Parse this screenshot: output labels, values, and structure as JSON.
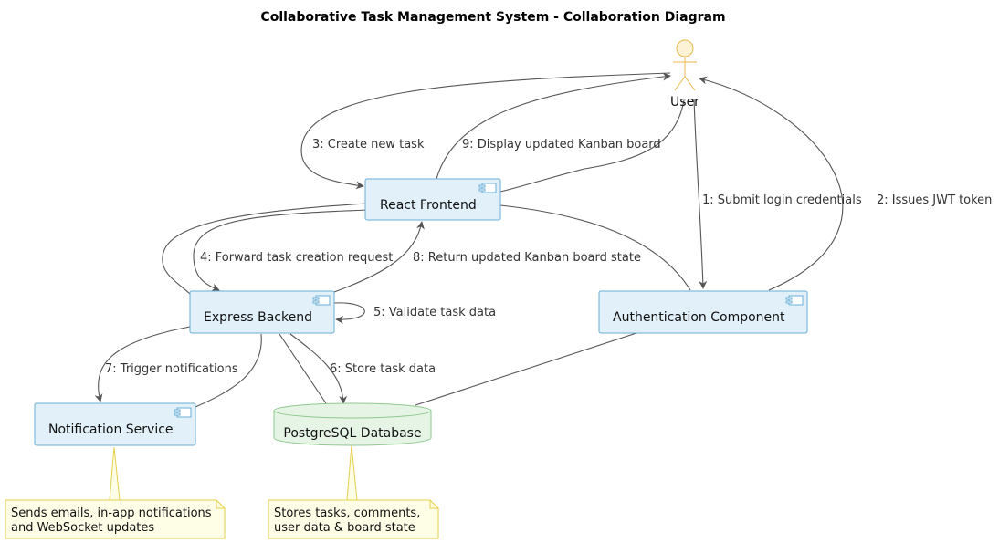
{
  "diagram": {
    "title": "Collaborative Task Management System - Collaboration Diagram",
    "colors": {
      "component_fill": "#e2f0fa",
      "component_stroke": "#6aaed6",
      "database_fill": "#e6f4e6",
      "database_stroke": "#8fc98f",
      "actor_fill": "#fdf1d6",
      "actor_stroke": "#e8b84a",
      "note_fill": "#fefde6",
      "note_stroke": "#e6cf4a",
      "edge": "#555555"
    },
    "nodes": {
      "user": {
        "label": "User",
        "type": "actor",
        "icon": "stick-figure-icon"
      },
      "frontend": {
        "label": "React Frontend",
        "type": "component",
        "icon": "component-icon"
      },
      "backend": {
        "label": "Express Backend",
        "type": "component",
        "icon": "component-icon"
      },
      "auth": {
        "label": "Authentication Component",
        "type": "component",
        "icon": "component-icon"
      },
      "notify": {
        "label": "Notification Service",
        "type": "component",
        "icon": "component-icon"
      },
      "db": {
        "label": "PostgreSQL Database",
        "type": "database",
        "icon": "cylinder-icon"
      }
    },
    "messages": [
      {
        "label": "1: Submit login credentials",
        "from": "User",
        "to": "Authentication Component"
      },
      {
        "label": "2: Issues JWT token",
        "from": "Authentication Component",
        "to": "User"
      },
      {
        "label": "3: Create new task",
        "from": "User",
        "to": "React Frontend"
      },
      {
        "label": "4: Forward task creation request",
        "from": "React Frontend",
        "to": "Express Backend"
      },
      {
        "label": "5: Validate task data",
        "from": "Express Backend",
        "to": "Express Backend"
      },
      {
        "label": "6: Store task data",
        "from": "Express Backend",
        "to": "PostgreSQL Database"
      },
      {
        "label": "7: Trigger notifications",
        "from": "Express Backend",
        "to": "Notification Service"
      },
      {
        "label": "8: Return updated Kanban board state",
        "from": "Express Backend",
        "to": "React Frontend"
      },
      {
        "label": "9: Display updated Kanban board",
        "from": "React Frontend",
        "to": "User"
      }
    ],
    "notes": {
      "notify_note": {
        "lines": [
          "Sends emails, in-app notifications",
          "and WebSocket updates"
        ],
        "attached_to": "Notification Service"
      },
      "db_note": {
        "lines": [
          "Stores tasks, comments,",
          "user data & board state"
        ],
        "attached_to": "PostgreSQL Database"
      }
    }
  }
}
